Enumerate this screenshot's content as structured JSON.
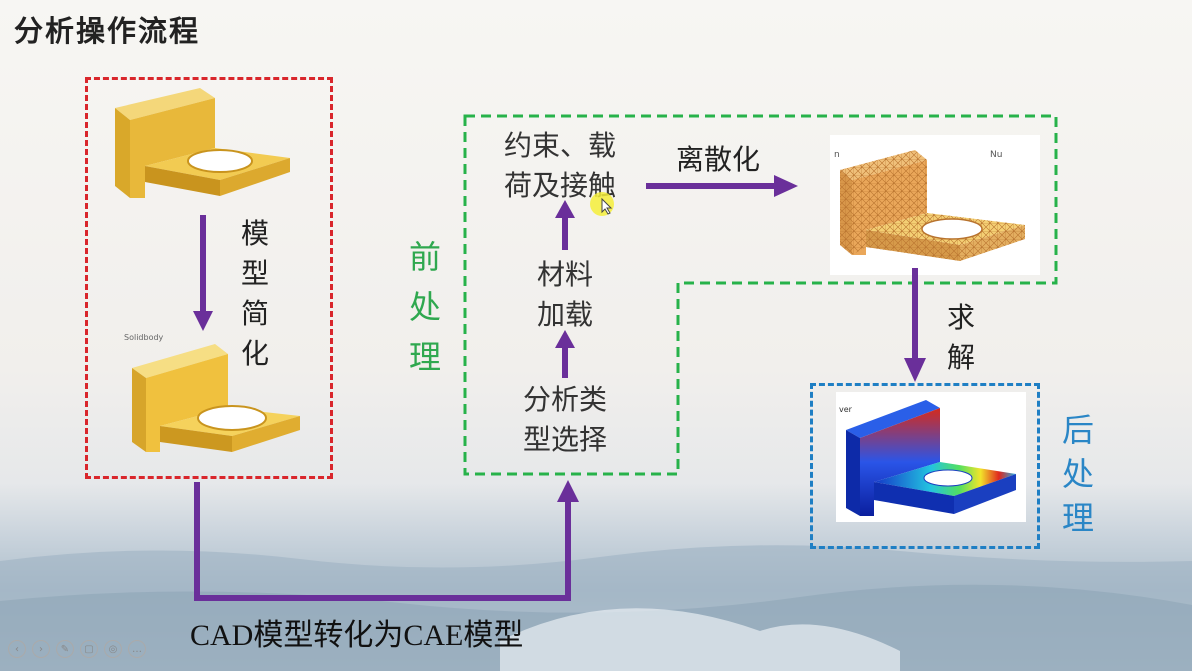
{
  "title": "分析操作流程",
  "labels": {
    "model_simplify": [
      "模",
      "型",
      "简",
      "化"
    ],
    "pre_process": [
      "前",
      "处",
      "理"
    ],
    "post_process": [
      "后",
      "处",
      "理"
    ],
    "constraints": [
      "约束、载",
      "荷及接触"
    ],
    "material": [
      "材料",
      "加载"
    ],
    "analysis_type": [
      "分析类",
      "型选择"
    ],
    "discretize": "离散化",
    "solve": [
      "求",
      "解"
    ],
    "cad_to_cae": "CAD模型转化为CAE模型",
    "mesh_tag_left": "n",
    "mesh_tag_right": "Nu",
    "result_tag": "ver",
    "simplified_tag": "Solidbody"
  },
  "colors": {
    "red_box": "#d9262c",
    "green_box": "#27b24a",
    "blue_box": "#1f7fc4",
    "arrow": "#6a2f9a",
    "pre_text": "#2fa84f",
    "post_text": "#2a86c6"
  },
  "toolbar_icons": [
    "prev-icon",
    "next-icon",
    "pen-icon",
    "copy-icon",
    "zoom-icon",
    "more-icon"
  ]
}
